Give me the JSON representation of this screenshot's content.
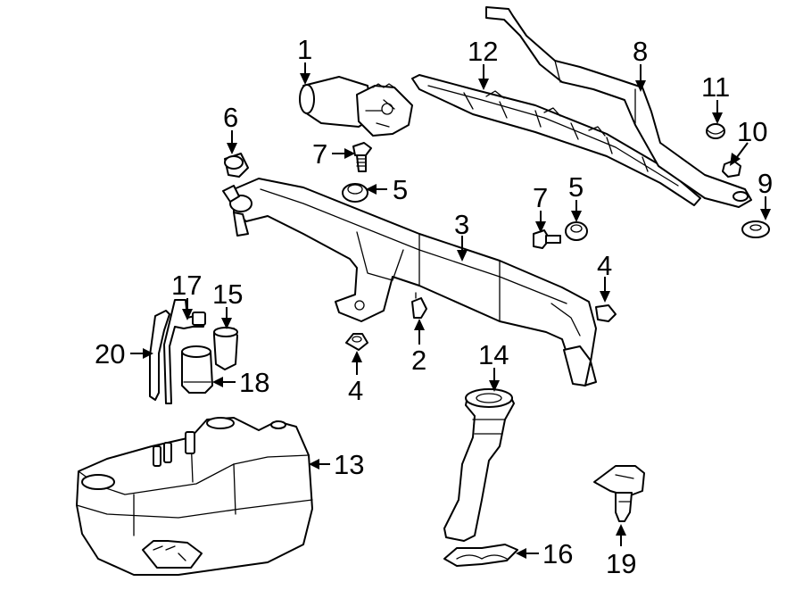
{
  "diagram": {
    "callouts": [
      {
        "id": "c1",
        "label": "1",
        "part": "wiper-motor"
      },
      {
        "id": "c2",
        "label": "2",
        "part": "pivot-stud"
      },
      {
        "id": "c3",
        "label": "3",
        "part": "wiper-linkage-frame"
      },
      {
        "id": "c4a",
        "label": "4",
        "part": "grommet-left"
      },
      {
        "id": "c4b",
        "label": "4",
        "part": "grommet-right"
      },
      {
        "id": "c5a",
        "label": "5",
        "part": "motor-bushing"
      },
      {
        "id": "c5b",
        "label": "5",
        "part": "bushing-right"
      },
      {
        "id": "c6",
        "label": "6",
        "part": "pivot-cap"
      },
      {
        "id": "c7a",
        "label": "7",
        "part": "motor-bolt"
      },
      {
        "id": "c7b",
        "label": "7",
        "part": "frame-bolt"
      },
      {
        "id": "c8",
        "label": "8",
        "part": "wiper-arm"
      },
      {
        "id": "c9",
        "label": "9",
        "part": "washer-seal"
      },
      {
        "id": "c10",
        "label": "10",
        "part": "arm-nut"
      },
      {
        "id": "c11",
        "label": "11",
        "part": "arm-cap"
      },
      {
        "id": "c12",
        "label": "12",
        "part": "wiper-blade"
      },
      {
        "id": "c13",
        "label": "13",
        "part": "washer-reservoir"
      },
      {
        "id": "c14",
        "label": "14",
        "part": "filler-neck"
      },
      {
        "id": "c15",
        "label": "15",
        "part": "pump-grommet"
      },
      {
        "id": "c16",
        "label": "16",
        "part": "neck-seal"
      },
      {
        "id": "c17",
        "label": "17",
        "part": "washer-hose"
      },
      {
        "id": "c18",
        "label": "18",
        "part": "washer-pump"
      },
      {
        "id": "c19",
        "label": "19",
        "part": "washer-nozzle"
      },
      {
        "id": "c20",
        "label": "20",
        "part": "hose-line"
      }
    ],
    "colors": {
      "line": "#000000",
      "background": "#ffffff"
    }
  }
}
